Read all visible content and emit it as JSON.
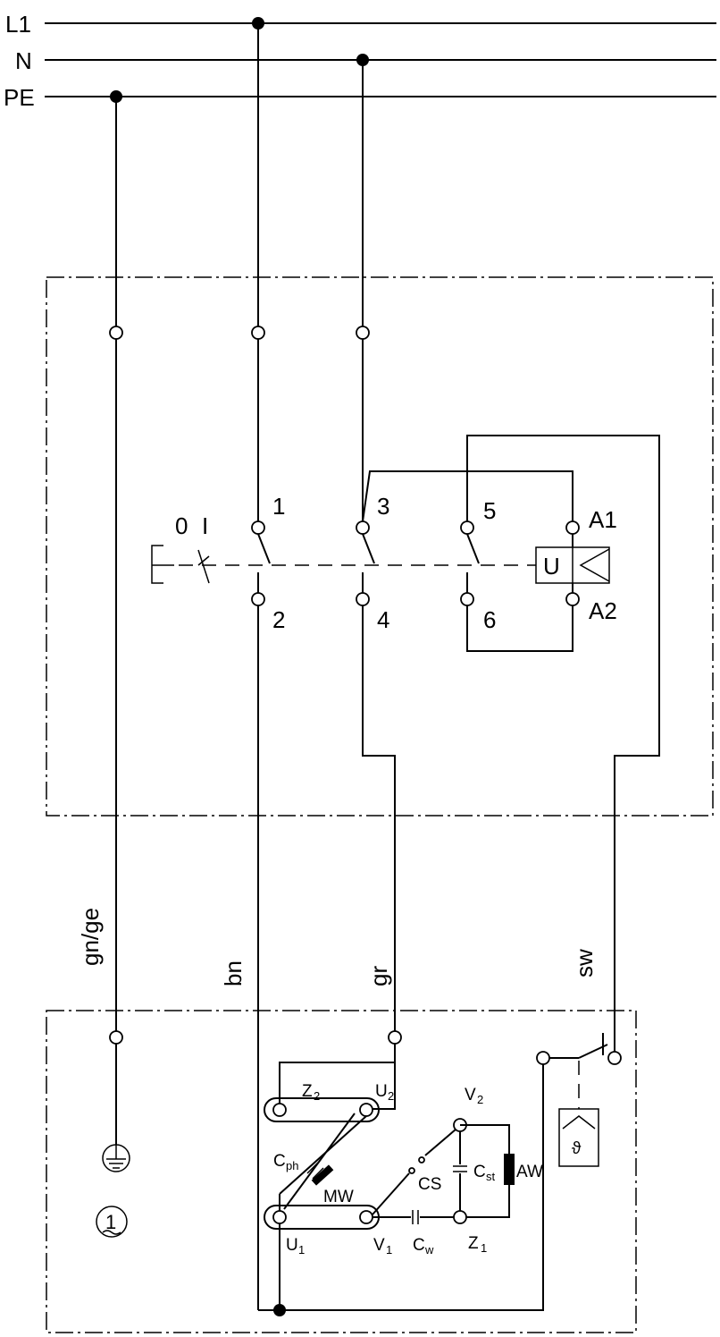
{
  "supply": {
    "l1": "L1",
    "n": "N",
    "pe": "PE"
  },
  "switch": {
    "state_off": "0",
    "state_on": "I",
    "t1": "1",
    "t2": "2",
    "t3": "3",
    "t4": "4",
    "t5": "5",
    "t6": "6",
    "a1": "A1",
    "a2": "A2",
    "relay": "U"
  },
  "wires": {
    "earth": "gn/ge",
    "brown": "bn",
    "grey": "gr",
    "black": "sw"
  },
  "motor": {
    "z2": "Z",
    "z2_sub": "2",
    "u2": "U",
    "u2_sub": "2",
    "v2": "V",
    "v2_sub": "2",
    "cph": "C",
    "cph_sub": "ph",
    "mw": "MW",
    "cs": "CS",
    "cst": "C",
    "cst_sub": "st",
    "aw": "AW",
    "u1": "U",
    "u1_sub": "1",
    "v1": "V",
    "v1_sub": "1",
    "cw": "C",
    "cw_sub": "w",
    "z1": "Z",
    "z1_sub": "1",
    "rotation": "1"
  }
}
